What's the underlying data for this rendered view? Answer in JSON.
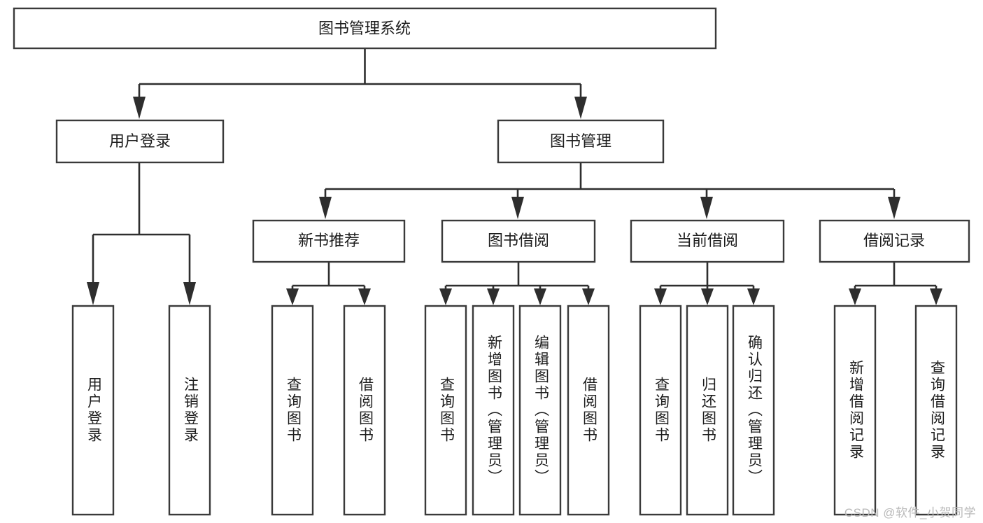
{
  "diagram": {
    "type": "tree-hierarchy-chart",
    "title": "图书管理系统",
    "root": {
      "id": "root",
      "label": "图书管理系统",
      "shape": "rectangle",
      "orientation": "horizontal"
    },
    "level2": [
      {
        "id": "user-login",
        "label": "用户登录",
        "orientation": "horizontal"
      },
      {
        "id": "book-manage",
        "label": "图书管理",
        "orientation": "horizontal"
      }
    ],
    "level3": [
      {
        "id": "new-book-rec",
        "label": "新书推荐",
        "orientation": "horizontal",
        "parent": "book-manage"
      },
      {
        "id": "book-borrow",
        "label": "图书借阅",
        "orientation": "horizontal",
        "parent": "book-manage"
      },
      {
        "id": "current-borrow",
        "label": "当前借阅",
        "orientation": "horizontal",
        "parent": "book-manage"
      },
      {
        "id": "borrow-record",
        "label": "借阅记录",
        "orientation": "horizontal",
        "parent": "book-manage"
      }
    ],
    "leaves": {
      "user-login": [
        {
          "id": "leaf-user-login",
          "label": "用户登录",
          "orientation": "vertical"
        },
        {
          "id": "leaf-logout",
          "label": "注销登录",
          "orientation": "vertical"
        }
      ],
      "new-book-rec": [
        {
          "id": "leaf-query-book-1",
          "label": "查询图书",
          "orientation": "vertical"
        },
        {
          "id": "leaf-borrow-book-1",
          "label": "借阅图书",
          "orientation": "vertical"
        }
      ],
      "book-borrow": [
        {
          "id": "leaf-query-book-2",
          "label": "查询图书",
          "orientation": "vertical"
        },
        {
          "id": "leaf-add-book",
          "label": "新增图书（管理员）",
          "orientation": "vertical"
        },
        {
          "id": "leaf-edit-book",
          "label": "编辑图书（管理员）",
          "orientation": "vertical"
        },
        {
          "id": "leaf-borrow-book-2",
          "label": "借阅图书",
          "orientation": "vertical"
        }
      ],
      "current-borrow": [
        {
          "id": "leaf-query-book-3",
          "label": "查询图书",
          "orientation": "vertical"
        },
        {
          "id": "leaf-return-book",
          "label": "归还图书",
          "orientation": "vertical"
        },
        {
          "id": "leaf-confirm-return",
          "label": "确认归还（管理员）",
          "orientation": "vertical"
        }
      ],
      "borrow-record": [
        {
          "id": "leaf-add-record",
          "label": "新增借阅记录",
          "orientation": "vertical"
        },
        {
          "id": "leaf-query-record",
          "label": "查询借阅记录",
          "orientation": "vertical"
        }
      ]
    },
    "colors": {
      "box_stroke": "#3a3a3a",
      "box_fill": "#ffffff",
      "connector": "#2e2e2e",
      "text": "#1d1d1d",
      "background": "#ffffff",
      "watermark": "#b9b9b9"
    }
  },
  "watermark": {
    "text": "CSDN @软件_小贺同学"
  }
}
